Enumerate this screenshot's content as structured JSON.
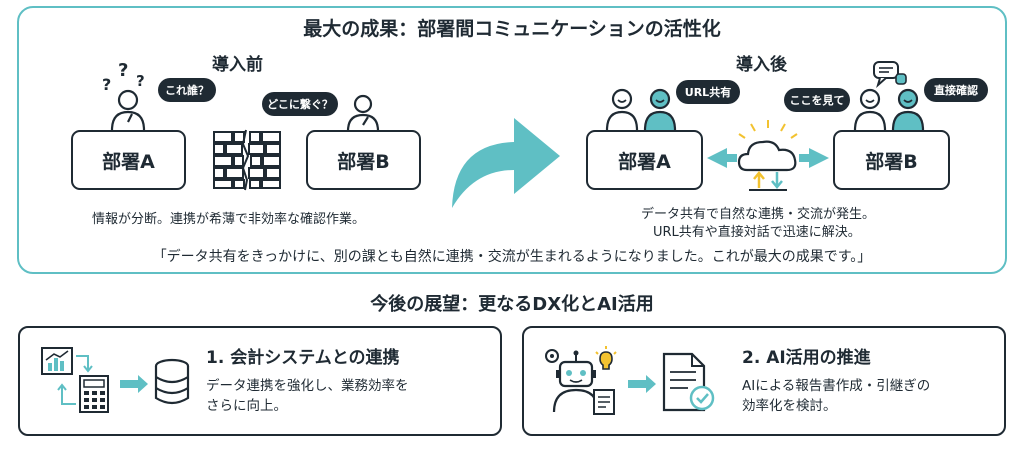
{
  "top": {
    "title": "最大の成果：部署間コミュニケーションの活性化",
    "before": {
      "label": "導入前",
      "dept_a": "部署A",
      "dept_b": "部署B",
      "bubble_1": "これ誰？",
      "bubble_2": "どこに繋ぐ？",
      "description": "情報が分断。連携が希薄で非効率な確認作業。"
    },
    "after": {
      "label": "導入後",
      "dept_a": "部署A",
      "dept_b": "部署B",
      "bubble_1": "URL共有",
      "bubble_2": "ここを見て",
      "bubble_3": "直接確認",
      "description_1": "データ共有で自然な連携・交流が発生。",
      "description_2": "URL共有や直接対話で迅速に解決。"
    },
    "quote": "「データ共有をきっかけに、別の課とも自然に連携・交流が生まれるようになりました。これが最大の成果です。」"
  },
  "future": {
    "title": "今後の展望：更なるDX化とAI活用",
    "cards": [
      {
        "title": "1. 会計システムとの連携",
        "desc_1": "データ連携を強化し、業務効率を",
        "desc_2": "さらに向上。"
      },
      {
        "title": "2. AI活用の推進",
        "desc_1": "AIによる報告書作成・引継ぎの",
        "desc_2": "効率化を検討。"
      }
    ]
  },
  "colors": {
    "accent": "#5fbfc4",
    "dark": "#1f2a33",
    "yellow": "#f2c230"
  }
}
